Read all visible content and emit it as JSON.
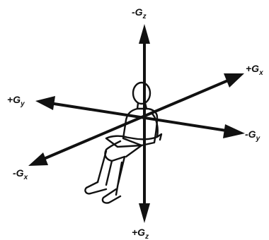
{
  "diagram": {
    "labels": {
      "neg_gz": "-G",
      "neg_gz_sub": "z",
      "pos_gz": "+G",
      "pos_gz_sub": "z",
      "pos_gx": "+G",
      "pos_gx_sub": "x",
      "neg_gx": "-G",
      "neg_gx_sub": "x",
      "pos_gy": "+G",
      "pos_gy_sub": "y",
      "neg_gy": "-G",
      "neg_gy_sub": "y"
    }
  }
}
